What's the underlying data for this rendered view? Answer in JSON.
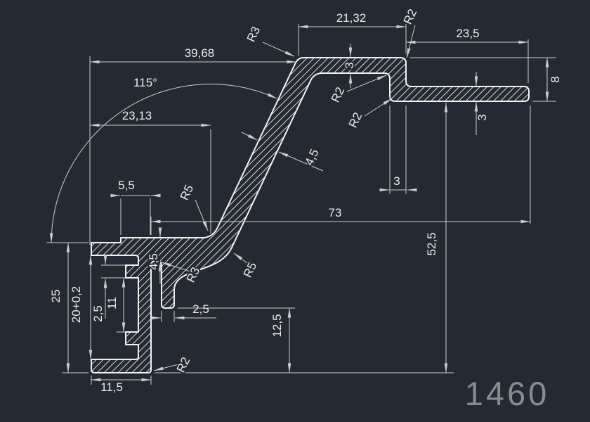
{
  "colors": {
    "background": "#252a32",
    "geometry": "#f0f3f5",
    "dimensions": "#c9ced3",
    "part_number_gray": "#868c93"
  },
  "part_number": "1460",
  "dimensions": {
    "top_width": "21,32",
    "right_top_width": "23,5",
    "upper_left_width": "39,68",
    "angle": "115°",
    "left_mid_width": "23,13",
    "top_bar_thickness": "3",
    "right_end_height": "8",
    "flange_thickness": "3",
    "step_width": "3",
    "arm_thickness": "4,5",
    "overall_width": "73",
    "right_height": "52,5",
    "tab_width": "5,5",
    "left_height": "25",
    "channel_opening": "20+0,2",
    "tooth_thickness": "2,5",
    "tooth_spacing": "11",
    "tab_height": "4,5",
    "hook_thickness": "2,5",
    "hook_clearance_height": "12,5",
    "bottom_width": "11,5"
  },
  "radii": {
    "top_left": "R3",
    "top_right": "R2",
    "step_inner_upper": "R2",
    "step_inner_lower": "R2",
    "junction_upper": "R5",
    "arm_lower": "R5",
    "junction_lower": "R3",
    "bottom_right": "R2"
  }
}
